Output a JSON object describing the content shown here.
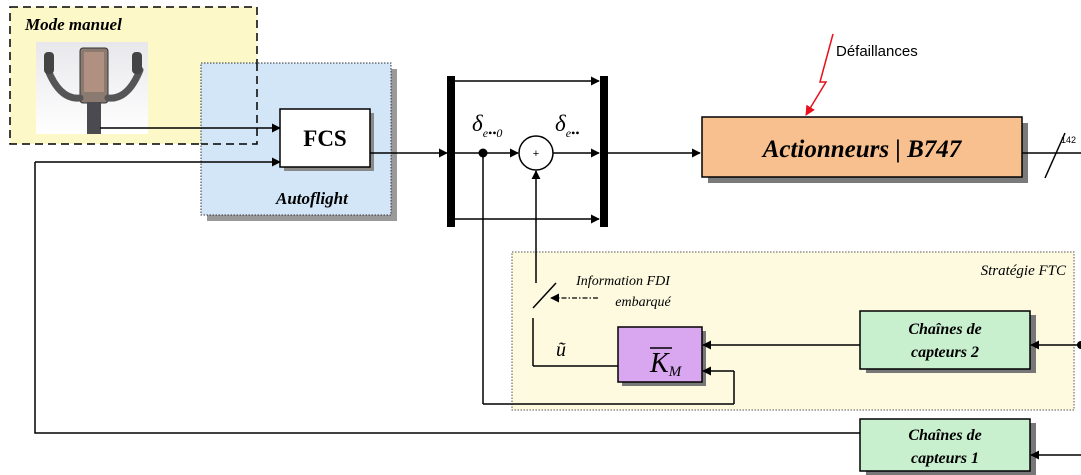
{
  "mode_manuel": {
    "label": "Mode manuel",
    "image": "joystick-yoke-image"
  },
  "autoflight": {
    "label": "Autoflight"
  },
  "fcs": {
    "label": "FCS"
  },
  "delta_in": {
    "base": "δ",
    "sub": "e••0"
  },
  "delta_out": {
    "base": "δ",
    "sub": "e••"
  },
  "sum": {
    "label": "+"
  },
  "defaillances": {
    "label": "Défaillances"
  },
  "actionneurs": {
    "label": "Actionneurs | B747"
  },
  "bus_count": {
    "label": "142"
  },
  "strategie": {
    "label": "Stratégie FTC"
  },
  "fdi": {
    "line1": "Information FDI",
    "line2": "embarqué"
  },
  "u_tilde": {
    "label": "ũ"
  },
  "km": {
    "base": "K",
    "sub": "M"
  },
  "capteurs2": {
    "line1": "Chaînes de",
    "line2": "capteurs 2"
  },
  "capteurs1": {
    "line1": "Chaînes de",
    "line2": "capteurs 1"
  },
  "colors": {
    "mode_bg": "#fdf8c8",
    "autoflight_bg": "#d2e6f8",
    "actionneurs_bg": "#f7c08e",
    "strategie_bg": "#fdfae0",
    "km_bg": "#d9a6f0",
    "capteurs_bg": "#c8f0cf",
    "failure_arrow": "#e8101c"
  }
}
